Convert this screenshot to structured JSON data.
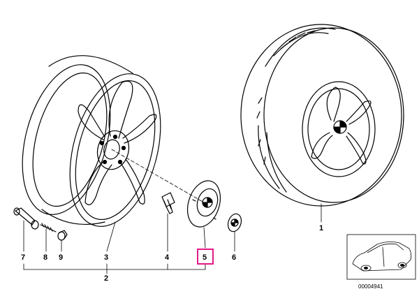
{
  "callouts": [
    {
      "id": "tire-wheel-assembly",
      "label": "1"
    },
    {
      "id": "wheel-set",
      "label": "2"
    },
    {
      "id": "light-alloy-rim",
      "label": "3"
    },
    {
      "id": "wheel-bolt",
      "label": "4"
    },
    {
      "id": "hub-cap",
      "label": "5",
      "highlighted": true
    },
    {
      "id": "emblem",
      "label": "6"
    },
    {
      "id": "valve",
      "label": "7"
    },
    {
      "id": "valve-core",
      "label": "8"
    },
    {
      "id": "valve-cap",
      "label": "9"
    }
  ],
  "reference_number": "00004941",
  "highlight_color": "#e0007a"
}
